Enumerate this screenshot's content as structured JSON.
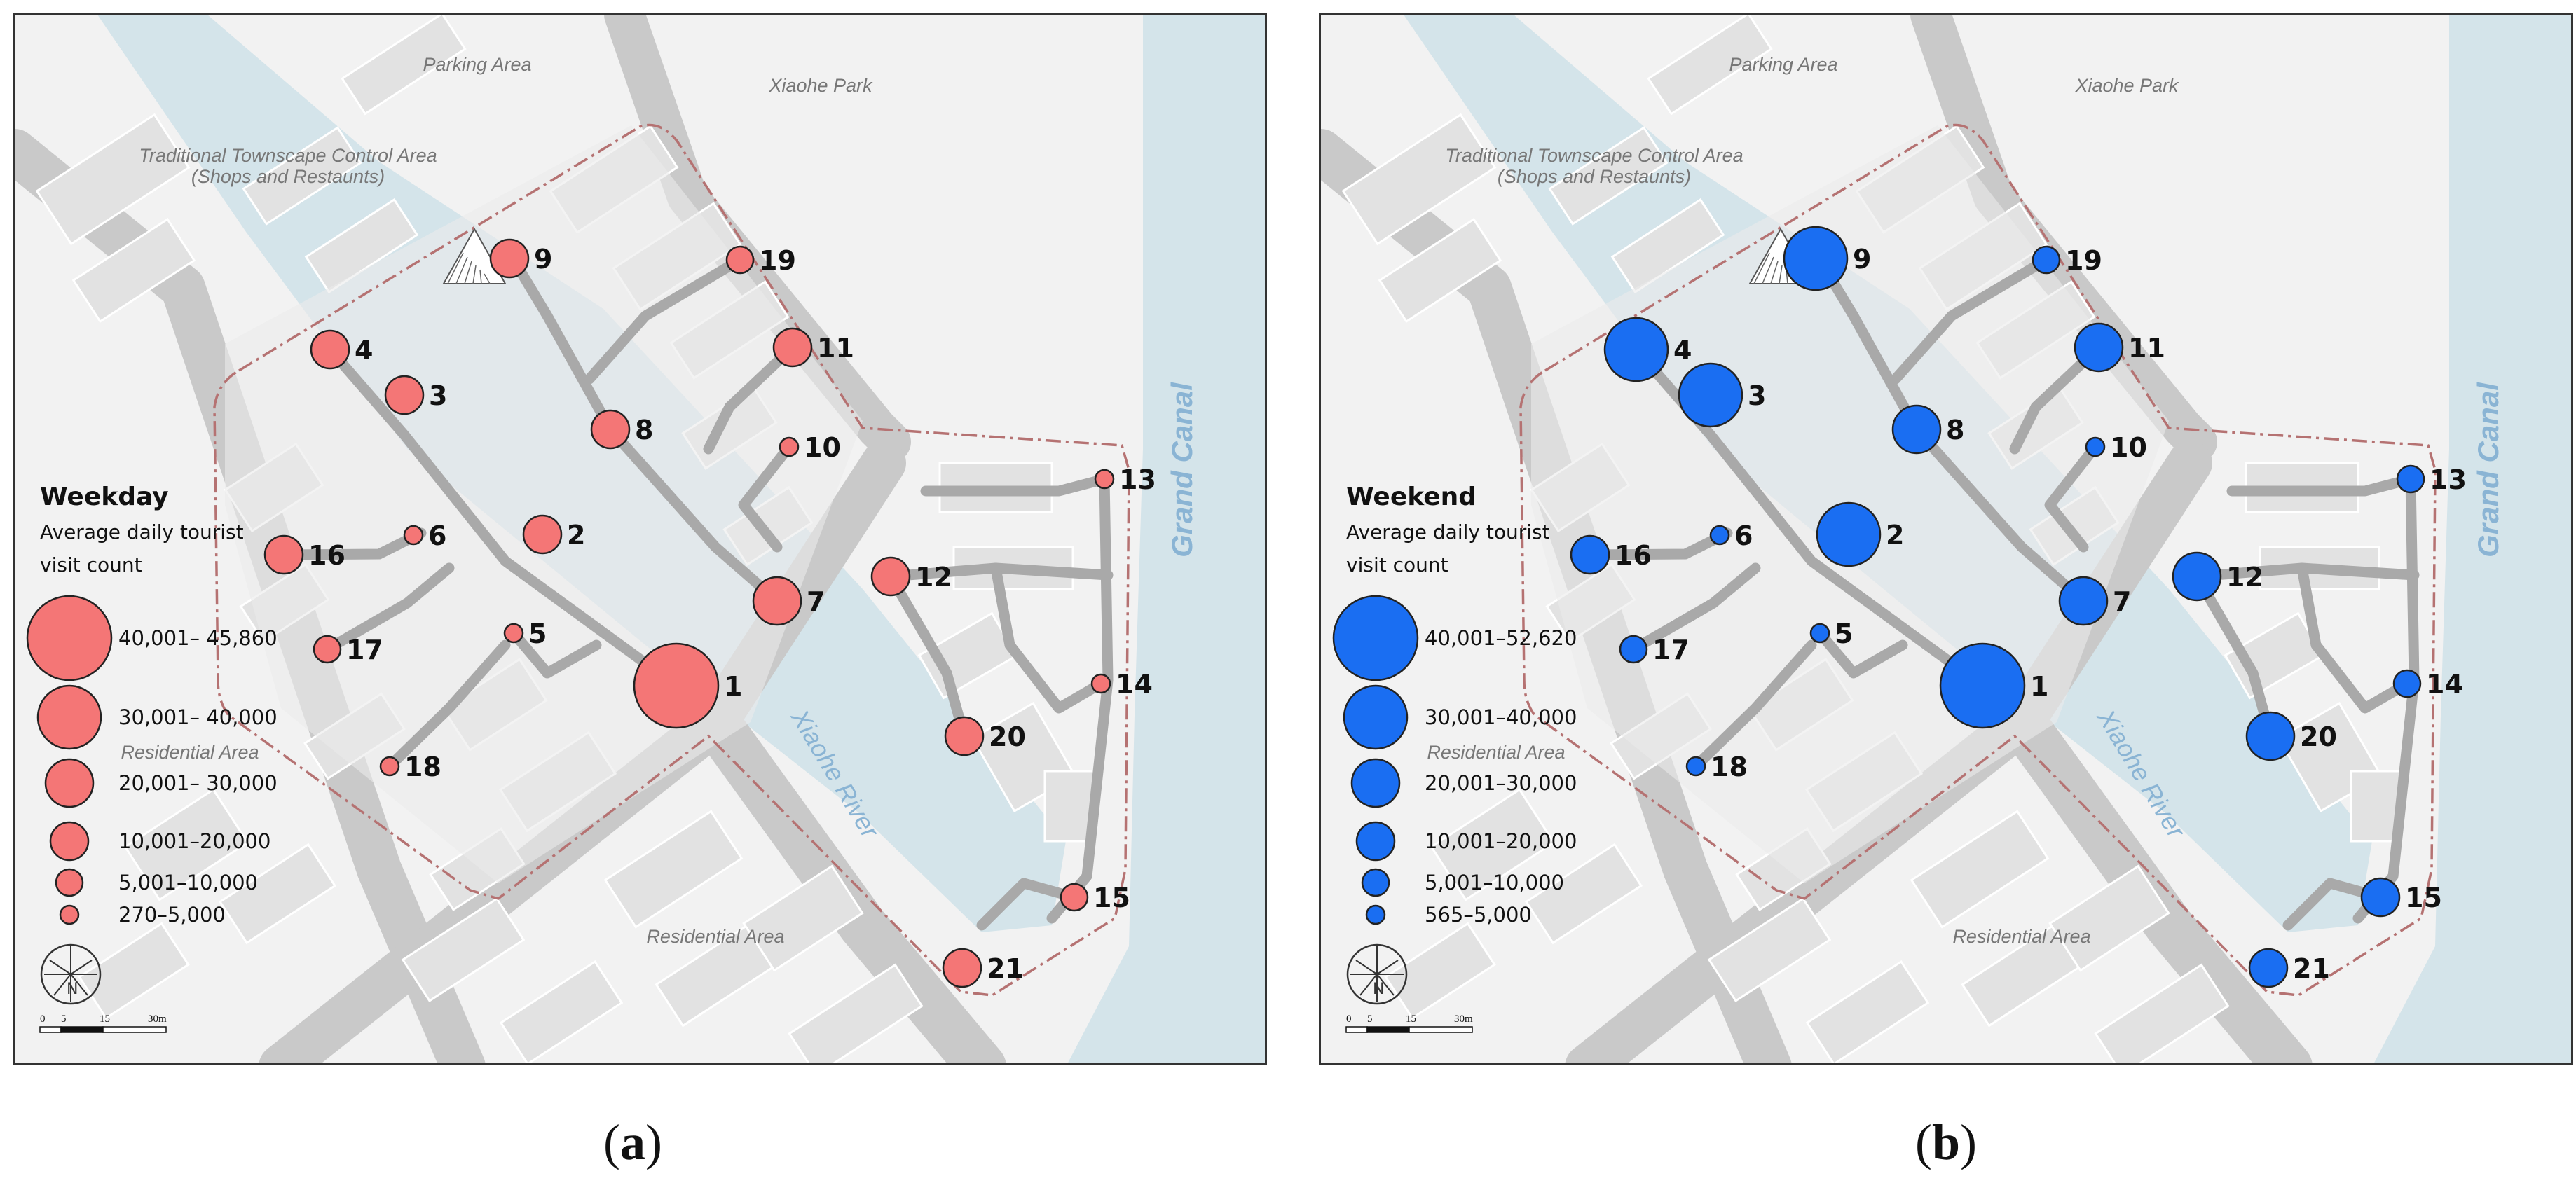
{
  "labels": {
    "parking": "Parking Area",
    "park": "Xiaohe Park",
    "townscape_1": "Traditional Townscape Control Area",
    "townscape_2": "(Shops and Restaunts)",
    "residential": "Residential Area",
    "xiaohe_river": "Xiaohe River",
    "grand_canal": "Grand Canal"
  },
  "scale_bar": {
    "ticks": [
      "0",
      "5",
      "15",
      "30m"
    ]
  },
  "panels": [
    {
      "id": "a",
      "caption_letter": "a",
      "legend_title": "Weekday",
      "legend_sub1": "Average daily tourist",
      "legend_sub2": "visit count",
      "color": "#f47676",
      "legend": [
        "40,001– 45,860",
        "30,001– 40,000",
        "20,001– 30,000",
        "10,001–20,000",
        "5,001–10,000",
        "270–5,000"
      ],
      "point_class": {
        "1": 0,
        "2": 3,
        "3": 3,
        "4": 3,
        "5": 5,
        "6": 5,
        "7": 2,
        "8": 3,
        "9": 3,
        "10": 5,
        "11": 3,
        "12": 3,
        "13": 5,
        "14": 5,
        "15": 4,
        "16": 3,
        "17": 4,
        "18": 5,
        "19": 4,
        "20": 3,
        "21": 3
      }
    },
    {
      "id": "b",
      "caption_letter": "b",
      "legend_title": "Weekend",
      "legend_sub1": "Average daily tourist",
      "legend_sub2": "visit count",
      "color": "#1a6ef2",
      "legend": [
        "40,001–52,620",
        "30,001–40,000",
        "20,001–30,000",
        "10,001–20,000",
        "5,001–10,000",
        "565–5,000"
      ],
      "point_class": {
        "1": 0,
        "2": 1,
        "3": 1,
        "4": 1,
        "5": 5,
        "6": 5,
        "7": 2,
        "8": 2,
        "9": 1,
        "10": 5,
        "11": 2,
        "12": 2,
        "13": 4,
        "14": 4,
        "15": 3,
        "16": 3,
        "17": 4,
        "18": 5,
        "19": 4,
        "20": 2,
        "21": 3
      }
    }
  ]
}
